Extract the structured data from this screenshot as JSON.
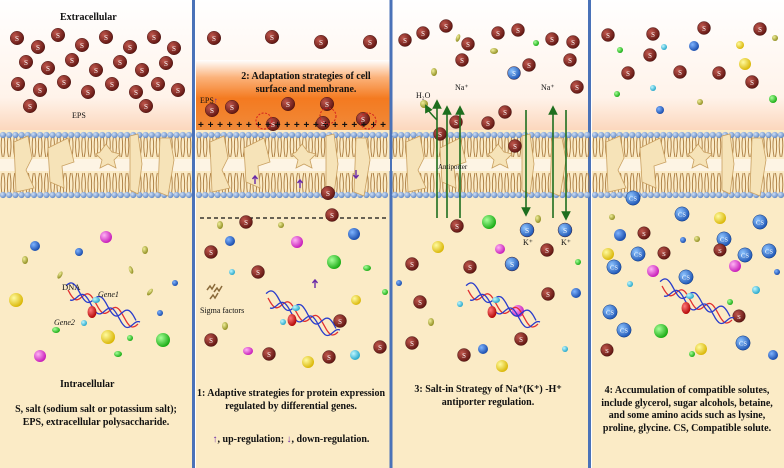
{
  "panel1": {
    "extracellular": "Extracellular",
    "eps": "EPS",
    "dna": "DNA",
    "gene1": "Gene1",
    "gene2": "Gene2",
    "intracellular": "Intracellular",
    "caption": "S, salt (sodium salt or potassium salt); EPS, extracellular polysaccharide."
  },
  "panel2": {
    "title": "2: Adaptation strategies of cell surface and membrane.",
    "eps_label": "EPS",
    "sigma": "Sigma factors",
    "caption": "1: Adaptive strategies for protein expression regulated by differential genes.",
    "legend_up": ", up-regulation;",
    "legend_down": ", down-regulation."
  },
  "panel3": {
    "h2o": "H₂O",
    "na_left": "Na⁺",
    "na_right": "Na⁺",
    "antiporter": "Antiporter",
    "k_left": "K⁺",
    "k_right": "K⁺",
    "caption": "3: Salt-in Strategy of Na⁺(K⁺) -H⁺ antiporter regulation."
  },
  "panel4": {
    "caption": "4: Accumulation of compatible solutes, include glycerol, sugar alcohols, betaine, and some amino acids such as lysine, proline, glycine. CS, Compatible solute."
  },
  "symbols": {
    "salt": "S",
    "cs": "CS"
  },
  "colors": {
    "salt": "#7a1f1a",
    "eps_layer": "#f47a20",
    "cytoplasm": "#fbebc6",
    "antiporter_arrow": "#1e6e1e",
    "up_arrow": "#6a2aa8",
    "panel_border": "#4a72b8"
  }
}
